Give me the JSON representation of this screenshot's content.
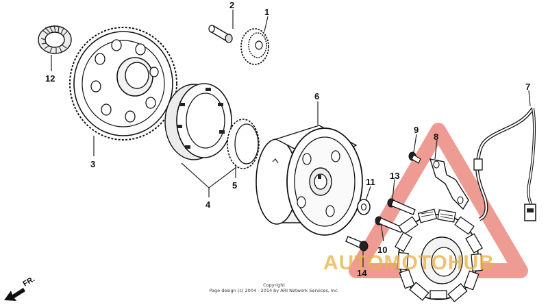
{
  "diagram": {
    "callouts": [
      {
        "id": "c1",
        "label": "1"
      },
      {
        "id": "c2",
        "label": "2"
      },
      {
        "id": "c3",
        "label": "3"
      },
      {
        "id": "c4",
        "label": "4"
      },
      {
        "id": "c5",
        "label": "5"
      },
      {
        "id": "c6",
        "label": "6"
      },
      {
        "id": "c7",
        "label": "7"
      },
      {
        "id": "c8",
        "label": "8"
      },
      {
        "id": "c9",
        "label": "9"
      },
      {
        "id": "c10",
        "label": "10"
      },
      {
        "id": "c11",
        "label": "11"
      },
      {
        "id": "c12",
        "label": "12"
      },
      {
        "id": "c13",
        "label": "13"
      },
      {
        "id": "c14",
        "label": "14"
      }
    ],
    "direction_label": "FR.",
    "copyright_title": "Copyright",
    "copyright_line": "Page design (c) 2004 - 2014 by ARI Network Services, Inc."
  },
  "watermark": {
    "text": "AUTOMOTOHUB",
    "colors": {
      "primary": "#e8b24a",
      "accent": "#e04a3a"
    }
  }
}
